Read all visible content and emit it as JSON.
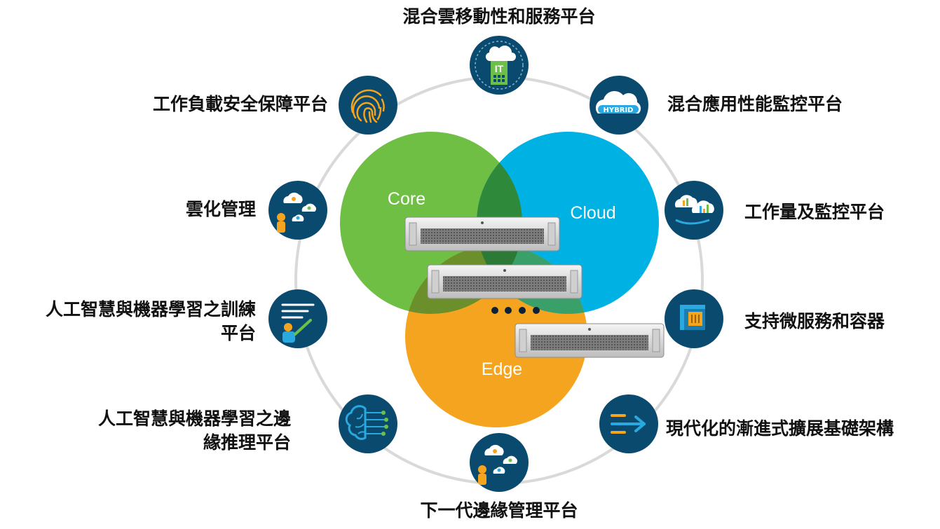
{
  "colors": {
    "ring": "#d9d9d9",
    "icon_bg": "#0a4a6e",
    "core": "#6fbf44",
    "cloud": "#00b1e3",
    "edge": "#f5a41f",
    "overlap_dark": "#2e8a3a",
    "accent_green": "#6cc04a",
    "accent_orange": "#f5a41f",
    "accent_blue": "#29a9e0"
  },
  "venn": {
    "core_label": "Core",
    "cloud_label": "Cloud",
    "edge_label": "Edge"
  },
  "labels": {
    "top": "混合雲移動性和服務平台",
    "top_right": "混合應用性能監控平台",
    "right_upper": "工作量及監控平台",
    "right_mid": "支持微服務和容器",
    "right_lower": "現代化的漸進式擴展基礎架構",
    "bottom": "下一代邊緣管理平台",
    "left_lower_1": "人工智慧與機器學習之邊",
    "left_lower_2": "緣推理平台",
    "left_mid_1": "人工智慧與機器學習之訓練",
    "left_mid_2": "平台",
    "left_upper": "雲化管理",
    "top_left": "工作負載安全保障平台"
  },
  "icons": {
    "it_cloud": "it-cloud-icon",
    "hybrid": "hybrid-cloud-icon",
    "workload_chart": "workload-chart-icon",
    "container": "container-icon",
    "arrow": "arrow-right-icon",
    "edge_mgmt": "cloud-management-icon",
    "brain": "ai-brain-icon",
    "training": "training-icon",
    "cloud_mgmt": "cloud-management-icon",
    "fingerprint": "fingerprint-icon"
  },
  "icon_text": {
    "hybrid": "HYBRID",
    "it": "IT"
  }
}
